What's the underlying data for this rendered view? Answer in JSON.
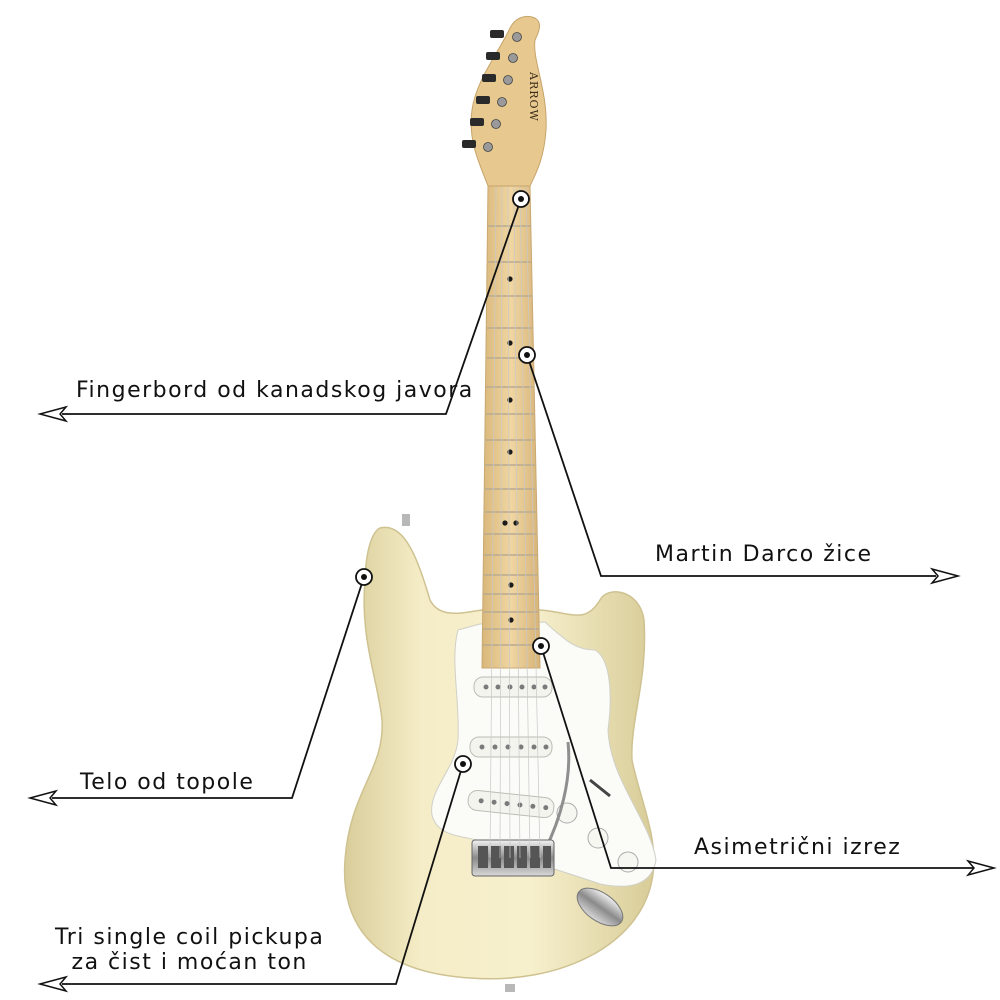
{
  "product": {
    "brand": "ARROW"
  },
  "callouts": {
    "fingerboard": "Fingerbord od kanadskog javora",
    "strings": "Martin Darco žice",
    "body": "Telo od topole",
    "cutaway": "Asimetrični izrez",
    "pickups_line1": "Tri single coil pickupa",
    "pickups_line2": "za čist i moćan ton"
  },
  "colors": {
    "body": "#F3EBC4",
    "maple": "#E9CC93",
    "pickguard": "#FAFAF7",
    "line": "#111111"
  }
}
